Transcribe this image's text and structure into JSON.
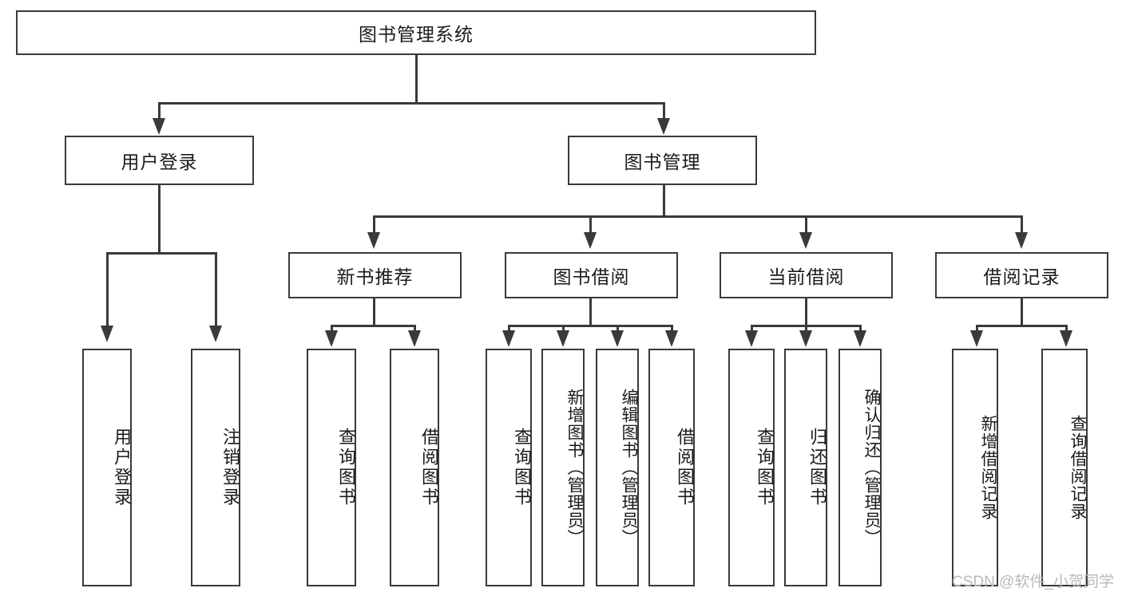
{
  "diagram": {
    "type": "tree-hierarchy",
    "title": "图书管理系统",
    "orientation": "top-down",
    "colors": {
      "stroke": "#3a3a3a",
      "fill": "#ffffff",
      "text": "#1b1b1b",
      "watermark": "#b9b9b9"
    }
  },
  "root": {
    "label": "图书管理系统"
  },
  "level2": [
    {
      "label": "用户登录"
    },
    {
      "label": "图书管理"
    }
  ],
  "level3": [
    {
      "label": "新书推荐"
    },
    {
      "label": "图书借阅"
    },
    {
      "label": "当前借阅"
    },
    {
      "label": "借阅记录"
    }
  ],
  "leaves": {
    "user_login": [
      {
        "label": "用户登录"
      },
      {
        "label": "注销登录"
      }
    ],
    "new_book": [
      {
        "label": "查询图书"
      },
      {
        "label": "借阅图书"
      }
    ],
    "book_borrow": [
      {
        "label": "查询图书"
      },
      {
        "label": "新增图书（管理员）"
      },
      {
        "label": "编辑图书（管理员）"
      },
      {
        "label": "借阅图书"
      }
    ],
    "current_borrow": [
      {
        "label": "查询图书"
      },
      {
        "label": "归还图书"
      },
      {
        "label": "确认归还（管理员）"
      }
    ],
    "borrow_record": [
      {
        "label": "新增借阅记录"
      },
      {
        "label": "查询借阅记录"
      }
    ]
  },
  "watermark": {
    "text": "CSDN @软件_小贺同学"
  }
}
